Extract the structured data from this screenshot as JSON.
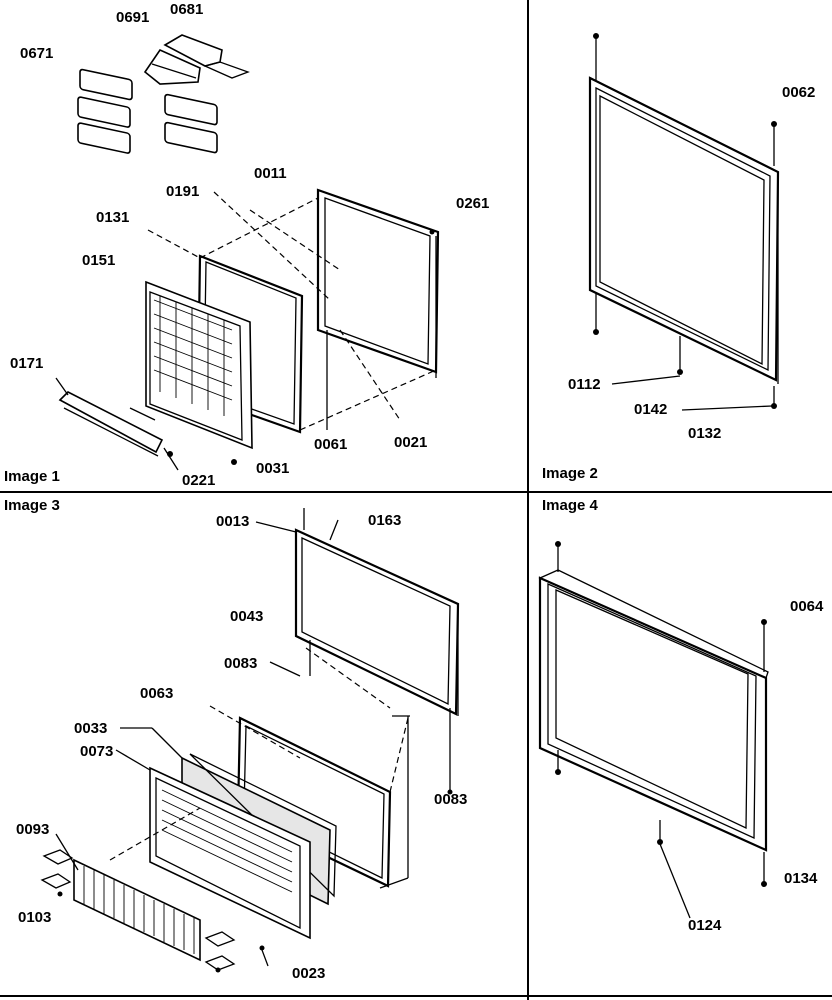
{
  "panels": {
    "p1": {
      "title": "Image 1"
    },
    "p2": {
      "title": "Image 2"
    },
    "p3": {
      "title": "Image 3"
    },
    "p4": {
      "title": "Image 4"
    }
  },
  "labels": {
    "l0691": "0691",
    "l0681": "0681",
    "l0671": "0671",
    "l0011": "0011",
    "l0191": "0191",
    "l0131": "0131",
    "l0261": "0261",
    "l0151": "0151",
    "l0171": "0171",
    "l0061": "0061",
    "l0021": "0021",
    "l0031": "0031",
    "l0221": "0221",
    "l0062": "0062",
    "l0112": "0112",
    "l0142": "0142",
    "l0132": "0132",
    "l0013": "0013",
    "l0163": "0163",
    "l0043": "0043",
    "l0083a": "0083",
    "l0063": "0063",
    "l0033": "0033",
    "l0073": "0073",
    "l0083b": "0083",
    "l0093": "0093",
    "l0103": "0103",
    "l0023": "0023",
    "l0064": "0064",
    "l0134": "0134",
    "l0124": "0124"
  }
}
